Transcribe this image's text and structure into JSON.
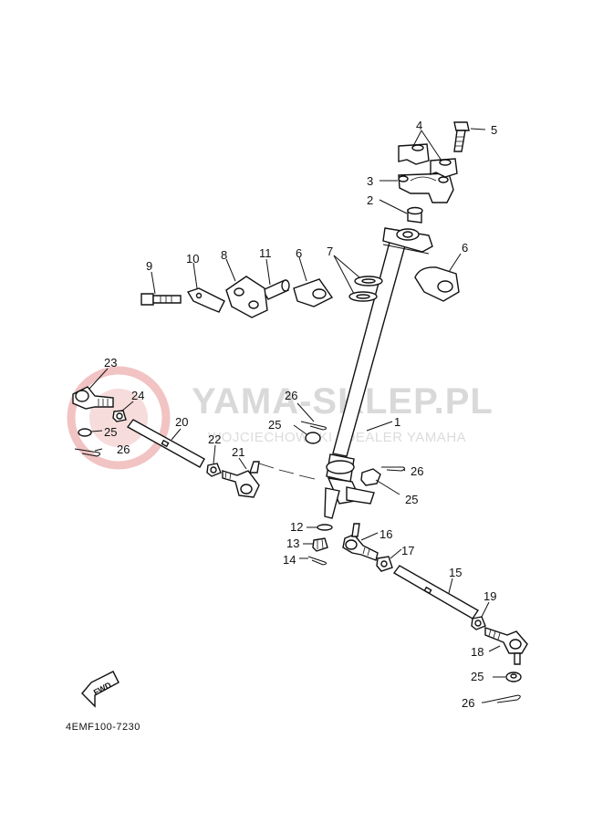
{
  "watermark": {
    "brand": "YAMA-SKLEP.PL",
    "tagline": "WOJCIECHOWSKI I DEALER YAMAHA",
    "logo_color": "#f2c3c3"
  },
  "diagram_code": "4EMF100-7230",
  "fwd_label": "FWD",
  "callouts": {
    "c1": "1",
    "c2": "2",
    "c3": "3",
    "c4": "4",
    "c5": "5",
    "c6a": "6",
    "c6b": "6",
    "c7": "7",
    "c8": "8",
    "c9": "9",
    "c10": "10",
    "c11": "11",
    "c12": "12",
    "c13": "13",
    "c14": "14",
    "c15": "15",
    "c16": "16",
    "c17": "17",
    "c18": "18",
    "c19": "19",
    "c20": "20",
    "c21": "21",
    "c22": "22",
    "c23": "23",
    "c24": "24",
    "c25a": "25",
    "c25b": "25",
    "c25c": "25",
    "c25d": "25",
    "c26a": "26",
    "c26b": "26",
    "c26c": "26",
    "c26d": "26"
  }
}
